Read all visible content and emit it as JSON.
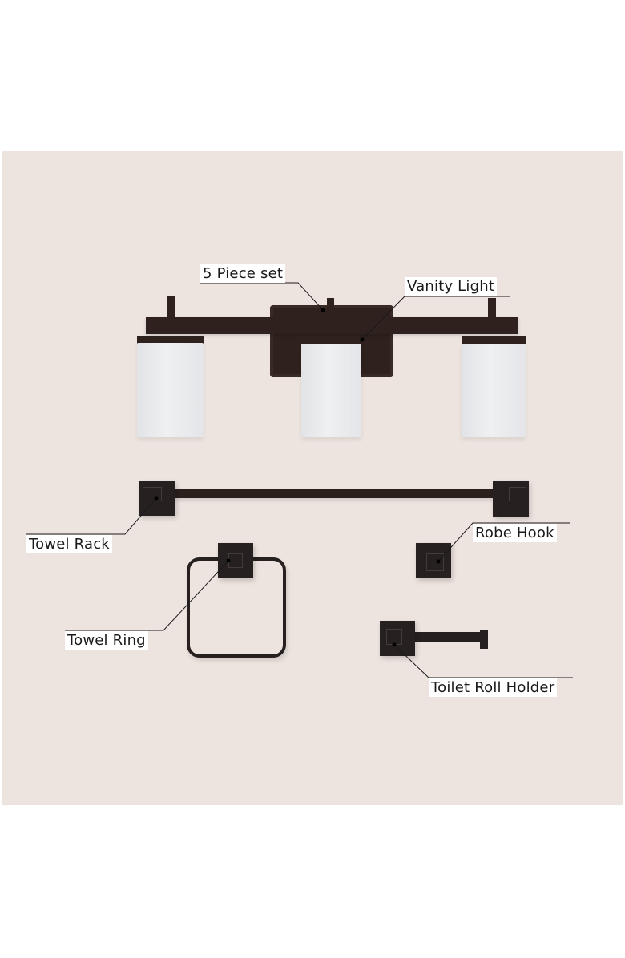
{
  "image": {
    "background_color": "#ffffff",
    "panel_color": "#ede4df",
    "finish_color": "#2f211d",
    "glass_color": "#e9eaec"
  },
  "labels": {
    "set": "5 Piece set",
    "vanity_light": "Vanity Light",
    "towel_rack": "Towel Rack",
    "robe_hook": "Robe Hook",
    "towel_ring": "Towel Ring",
    "toilet_roll_holder": "Toilet Roll Holder"
  },
  "products": [
    {
      "name": "Vanity Light",
      "type": "3-light fixture"
    },
    {
      "name": "Towel Rack",
      "type": "towel bar"
    },
    {
      "name": "Robe Hook",
      "type": "hook"
    },
    {
      "name": "Towel Ring",
      "type": "ring"
    },
    {
      "name": "Toilet Roll Holder",
      "type": "holder"
    }
  ]
}
